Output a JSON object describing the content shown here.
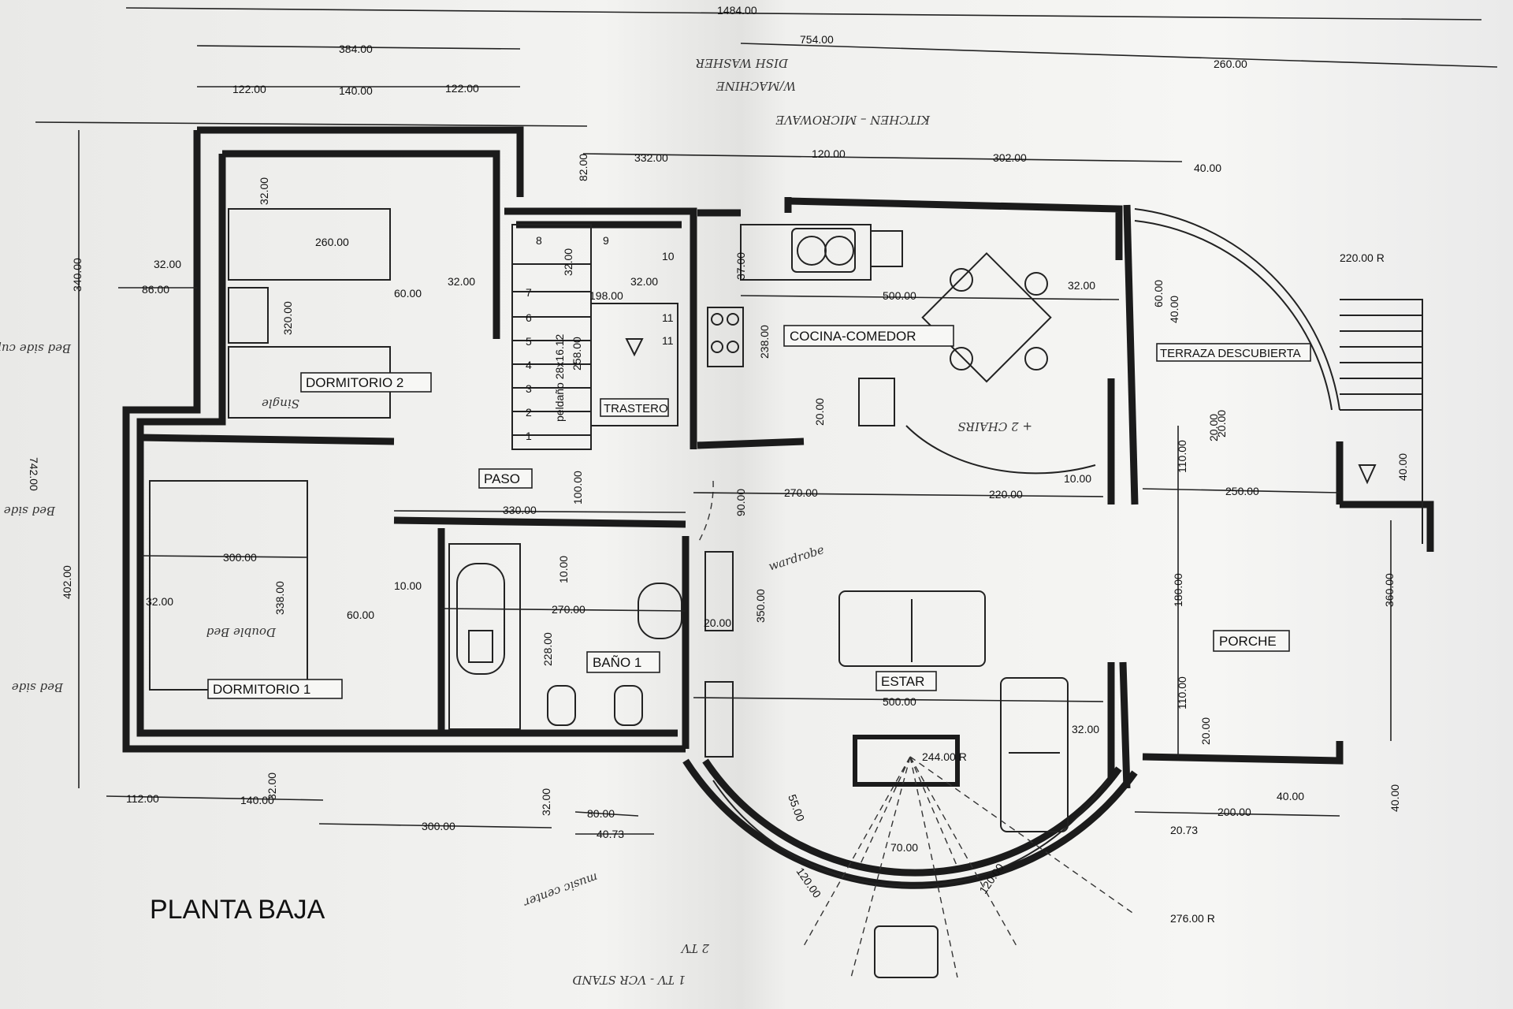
{
  "plan": {
    "title": "PLANTA BAJA",
    "rooms": {
      "dormitorio1": "DORMITORIO 1",
      "dormitorio2": "DORMITORIO 2",
      "paso": "PASO",
      "trastero": "TRASTERO",
      "bano1": "BAÑO 1",
      "cocina": "COCINA-COMEDOR",
      "estar": "ESTAR",
      "terraza": "TERRAZA DESCUBIERTA",
      "porche": "PORCHE"
    },
    "stairs": {
      "label": "peldaño 28x16.12",
      "depth": "258.00",
      "steps": [
        "1",
        "2",
        "3",
        "4",
        "5",
        "6",
        "7",
        "8",
        "9",
        "10",
        "11",
        "11"
      ]
    },
    "dimensions": {
      "d1484": "1484.00",
      "d384": "384.00",
      "d754": "754.00",
      "d260top": "260.00",
      "d122a": "122.00",
      "d140top": "140.00",
      "d122b": "122.00",
      "d332": "332.00",
      "d120top": "120.00",
      "d302": "302.00",
      "d40top": "40.00",
      "d82": "82.00",
      "d260bed": "260.00",
      "d32a": "32.00",
      "d32b": "32.00",
      "d86": "86.00",
      "d340": "340.00",
      "d320": "320.00",
      "d60a": "60.00",
      "d32c": "32.00",
      "d32d": "32.00",
      "d198": "198.00",
      "d32e": "32.00",
      "d37": "37.00",
      "d500top": "500.00",
      "d238": "238.00",
      "d32f": "32.00",
      "d220r": "220.00 R",
      "d60b": "60.00",
      "d40b": "40.00",
      "d742": "742.00",
      "d20a": "20.00",
      "d20b": "20.00",
      "d20c": "20.00",
      "d10a": "10.00",
      "d110a": "110.00",
      "d100": "100.00",
      "d90": "90.00",
      "d270mid": "270.00",
      "d220mid": "220.00",
      "d250": "250.00",
      "d40c": "40.00",
      "d330": "330.00",
      "d300bed": "300.00",
      "d338": "338.00",
      "d32g": "32.00",
      "d402": "402.00",
      "d10b": "10.00",
      "d10c": "10.00",
      "d60c": "60.00",
      "d270bano": "270.00",
      "d350": "350.00",
      "d20d": "20.00",
      "d180": "180.00",
      "d360": "360.00",
      "d228": "228.00",
      "d500bot": "500.00",
      "d32h": "32.00",
      "d110b": "110.00",
      "d20e": "20.00",
      "d244r": "244.00 R",
      "d112": "112.00",
      "d140bot": "140.00",
      "d32i": "32.00",
      "d300bot": "300.00",
      "d32j": "32.00",
      "d80": "80.00",
      "d4073": "40.73",
      "d55": "55.00",
      "d70": "70.00",
      "d120a": "120.00",
      "d120b": "120.00",
      "d276r": "276.00 R",
      "d40d": "40.00",
      "d200": "200.00",
      "d2073": "20.73",
      "d40e": "40.00"
    },
    "handwritten": {
      "top1": "DISH WASHER",
      "top2": "W/MACHINE",
      "top3": "KITCHEN – MICROWAVE",
      "bunk": "Bed side cup",
      "single": "Single",
      "bedside1": "Bed side",
      "double": "Double Bed",
      "bedside2": "Bed side",
      "chairs": "+ 2 CHAIRS",
      "wardrobe": "wardrobe",
      "musiccenter": "music center",
      "tv1": "1 TV - VCR STAND",
      "tv2": "2 TV"
    }
  }
}
